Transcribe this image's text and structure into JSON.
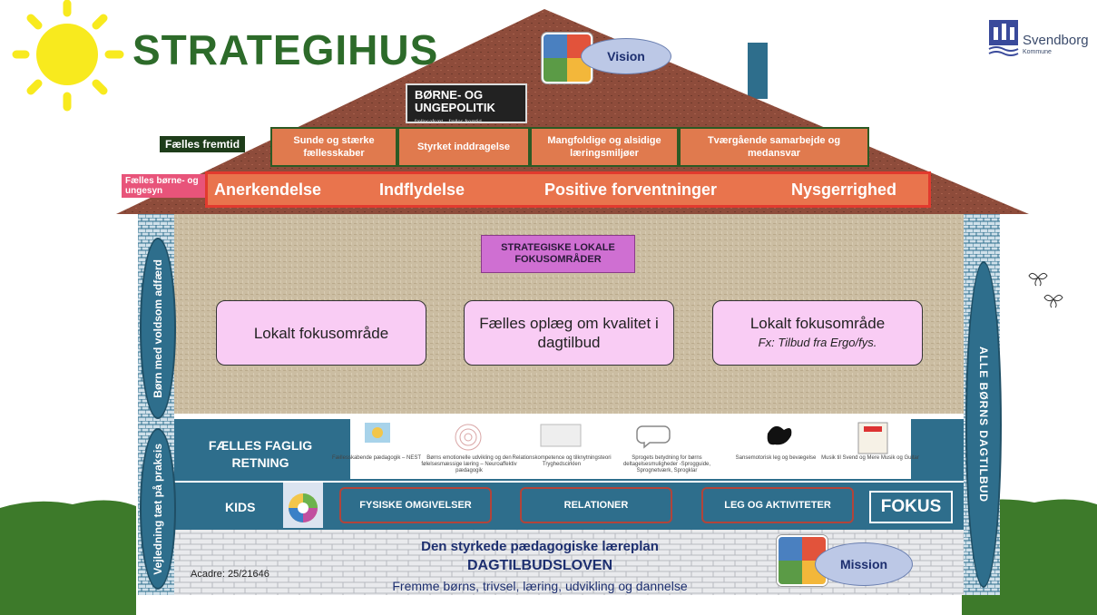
{
  "header": {
    "title": "STRATEGIHUS",
    "logo_name": "Svendborg",
    "logo_sub": "Kommune"
  },
  "roof": {
    "vision_label": "Vision",
    "boerne_title_line1": "BØRNE- OG",
    "boerne_title_line2": "UNGEPOLITIK",
    "boerne_subtitle": "fællesafsæt – fælles fremtid",
    "faelles_fremtid_label": "Fælles fremtid",
    "fremtid_items": [
      "Sunde og stærke fællesskaber",
      "Styrket inddragelse",
      "Mangfoldige og alsidige læringsmiljøer",
      "Tværgående samarbejde og medansvar"
    ],
    "faelles_syn_label": "Fælles børne- og ungesyn",
    "values": [
      "Anerkendelse",
      "Indflydelse",
      "Positive forventninger",
      "Nysgerrighed"
    ]
  },
  "body": {
    "strategiske_label": "STRATEGISKE LOKALE FOKUSOMRÅDER",
    "fokus": [
      {
        "text": "Lokalt fokusområde",
        "sub": ""
      },
      {
        "text": "Fælles oplæg om kvalitet i dagtilbud",
        "sub": ""
      },
      {
        "text": "Lokalt fokusområde",
        "sub": "Fx: Tilbud fra Ergo/fys."
      }
    ],
    "faelles_faglig_label": "FÆLLES FAGLIG RETNING",
    "faglig_items": [
      "Fællesskabende pædagogik – NEST",
      "Børns emotionelle udvikling og den følelsesmæssige læring – Neuroaffektiv pædagogik",
      "Relationskompetence og tilknytningsteori Tryghedscirklen",
      "Sprogets betydning for børns deltagelsesmuligheder -Sprogguide, Sprognetværk, Sprogklar",
      "Sansemotorisk leg og bevægelse",
      "Musik til Svend og Mere Musik og Guitar"
    ],
    "kids_label": "KIDS",
    "kids_items": [
      "FYSISKE OMGIVELSER",
      "RELATIONER",
      "LEG OG AKTIVITETER"
    ],
    "fokus_tag": "FOKUS"
  },
  "sides": {
    "left_top": "Børn med voldsom adfærd",
    "left_bottom": "Vejledning tæt på praksis",
    "right": "ALLE BØRNS DAGTILBUD"
  },
  "foundation": {
    "line1": "Den styrkede pædagogiske læreplan",
    "line2": "DAGTILBUDSLOVEN",
    "line3": "Fremme børns, trivsel, læring, udvikling og dannelse",
    "acadre": "Acadre: 25/21646",
    "mission_label": "Mission"
  },
  "colors": {
    "title_green": "#2d6b2a",
    "roof_brown": "#8a4a3a",
    "wall_beige": "#cbbda2",
    "band_blue": "#2e6e8c",
    "values_orange": "#e9744d",
    "values_border": "#e23a2e",
    "fokus_pink": "#f9ccf4",
    "grass_green": "#3d7a2a"
  }
}
